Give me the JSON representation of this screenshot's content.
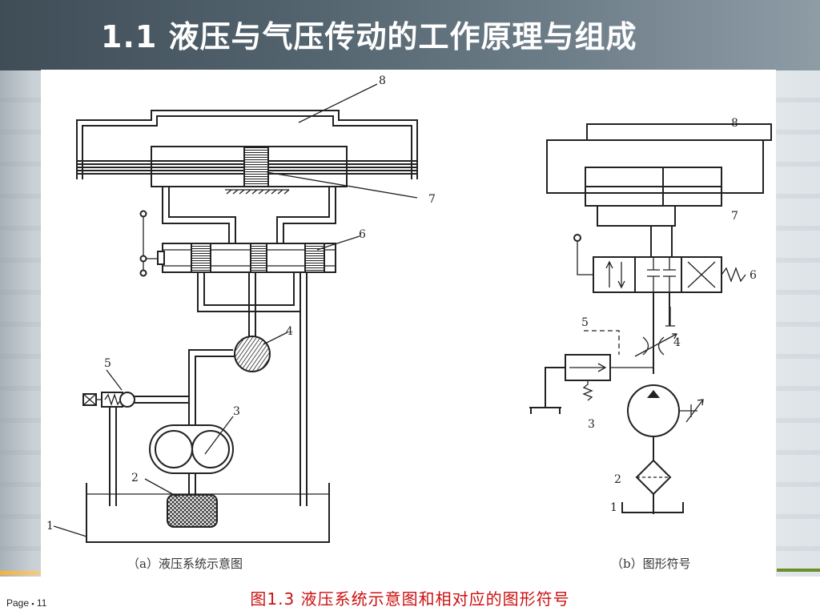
{
  "slide": {
    "title": "1.1  液压与气压传动的工作原理与组成",
    "figure_caption": "图1.3  液压系统示意图和相对应的图形符号",
    "footer": {
      "page_label": "Page",
      "separator": "▪",
      "page_number": "11"
    }
  },
  "figure": {
    "left_caption": "（a）液压系统示意图",
    "right_caption": "（b）图形符号",
    "left_numbers": [
      "8",
      "7",
      "6",
      "4",
      "5",
      "3",
      "2",
      "1"
    ],
    "right_numbers": [
      "8",
      "7",
      "6",
      "5",
      "4",
      "3",
      "2",
      "1"
    ]
  },
  "colors": {
    "header": "#4a5862",
    "caption_red": "#cc1111",
    "accent_orange": "#f3b13a",
    "accent_green": "#6b8f2a"
  }
}
